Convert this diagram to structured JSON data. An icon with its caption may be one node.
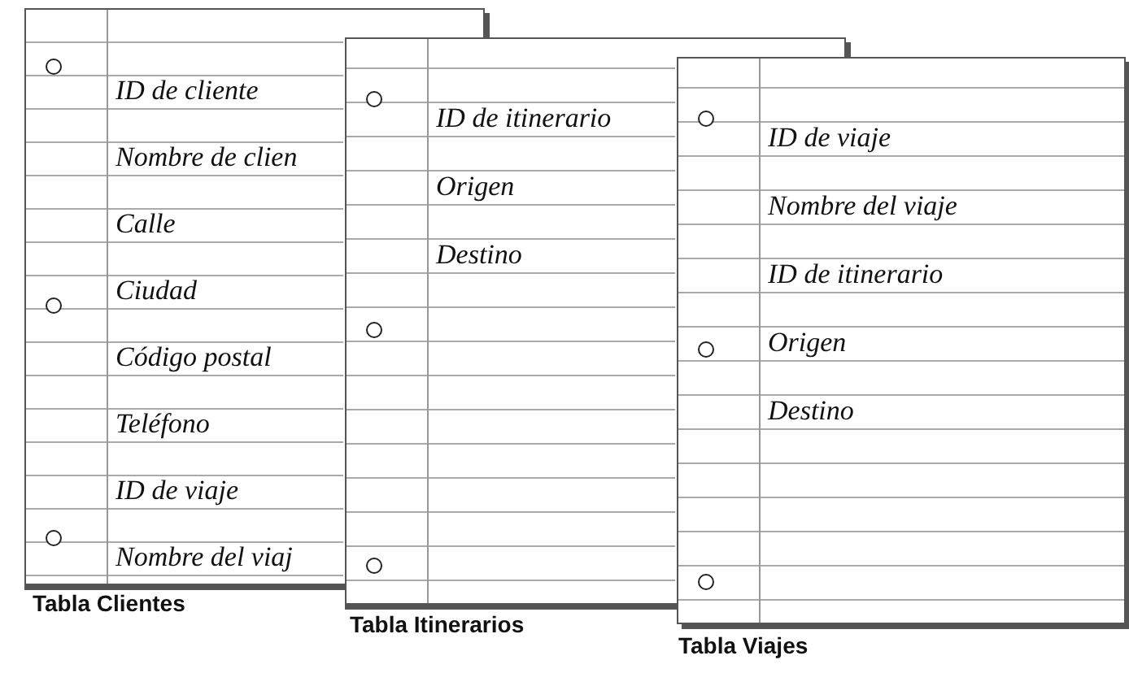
{
  "diagram": {
    "nodes": [
      {
        "text": [
          "ID de cliente",
          "Nombre de clien",
          "Calle",
          "Ciudad",
          "Código postal",
          "Teléfono",
          "ID de viaje",
          "Nombre del viaj"
        ],
        "beside": [
          "Tabla Clientes"
        ]
      },
      {
        "text": [
          "ID de itinerario",
          "Origen",
          "Destino"
        ],
        "beside": [
          "Tabla Itinerarios"
        ]
      },
      {
        "text": [
          "ID de viaje",
          "Nombre del viaje",
          "ID de itinerario",
          "Origen",
          "Destino"
        ],
        "beside": [
          "Tabla Viajes"
        ]
      }
    ]
  }
}
